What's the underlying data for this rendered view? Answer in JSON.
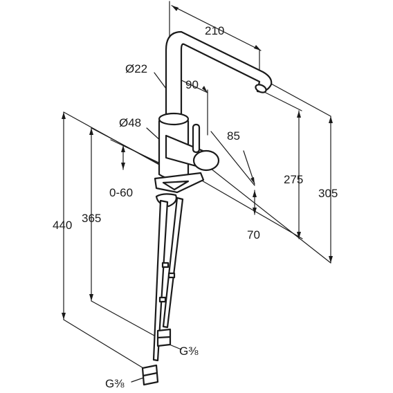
{
  "dimensions": {
    "spout_reach": "210",
    "spout_diameter": "Ø22",
    "spout_angle_offset": "90",
    "body_diameter": "Ø48",
    "lever_offset": "85",
    "height_total": "305",
    "height_spout": "275",
    "mount_range": "0-60",
    "hose_length_a": "365",
    "hose_length_b": "440",
    "base_offset": "70",
    "connection_a": "G⅜",
    "connection_b": "G⅜"
  },
  "colors": {
    "line": "#1a1a1a",
    "background": "#ffffff"
  }
}
